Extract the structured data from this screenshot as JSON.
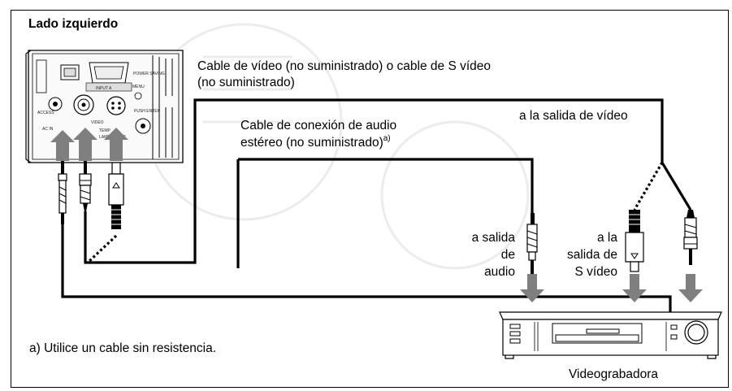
{
  "title": "Lado izquierdo",
  "labels": {
    "video_cable_line1": "Cable de vídeo (no suministrado) o cable de S vídeo",
    "video_cable_line2": "(no suministrado)",
    "audio_cable_line1": "Cable de conexión de audio",
    "audio_cable_line2": "estéreo (no suministrado)",
    "audio_cable_note_marker": "a)",
    "to_video_out": "a la salida de vídeo",
    "to_audio_out_1": "a salida",
    "to_audio_out_2": "de",
    "to_audio_out_3": "audio",
    "to_svideo_out_1": "a la",
    "to_svideo_out_2": "salida de",
    "to_svideo_out_3": "S vídeo",
    "vcr": "Videograbadora",
    "footnote": "a) Utilice un cable sin resistencia."
  },
  "projector_panel": {
    "input_a": "INPUT A",
    "power_saving": "POWER SAVING",
    "menu": "MENU",
    "push_enter": "PUSH ENTER",
    "access": "ACCESS",
    "ac_in": "AC IN",
    "video": "VIDEO",
    "lamp_cover": "LAMP/COVER",
    "temp": "TEMP"
  },
  "colors": {
    "line": "#000000",
    "arrow": "#7f7f7f",
    "watermark": "#ececec"
  }
}
